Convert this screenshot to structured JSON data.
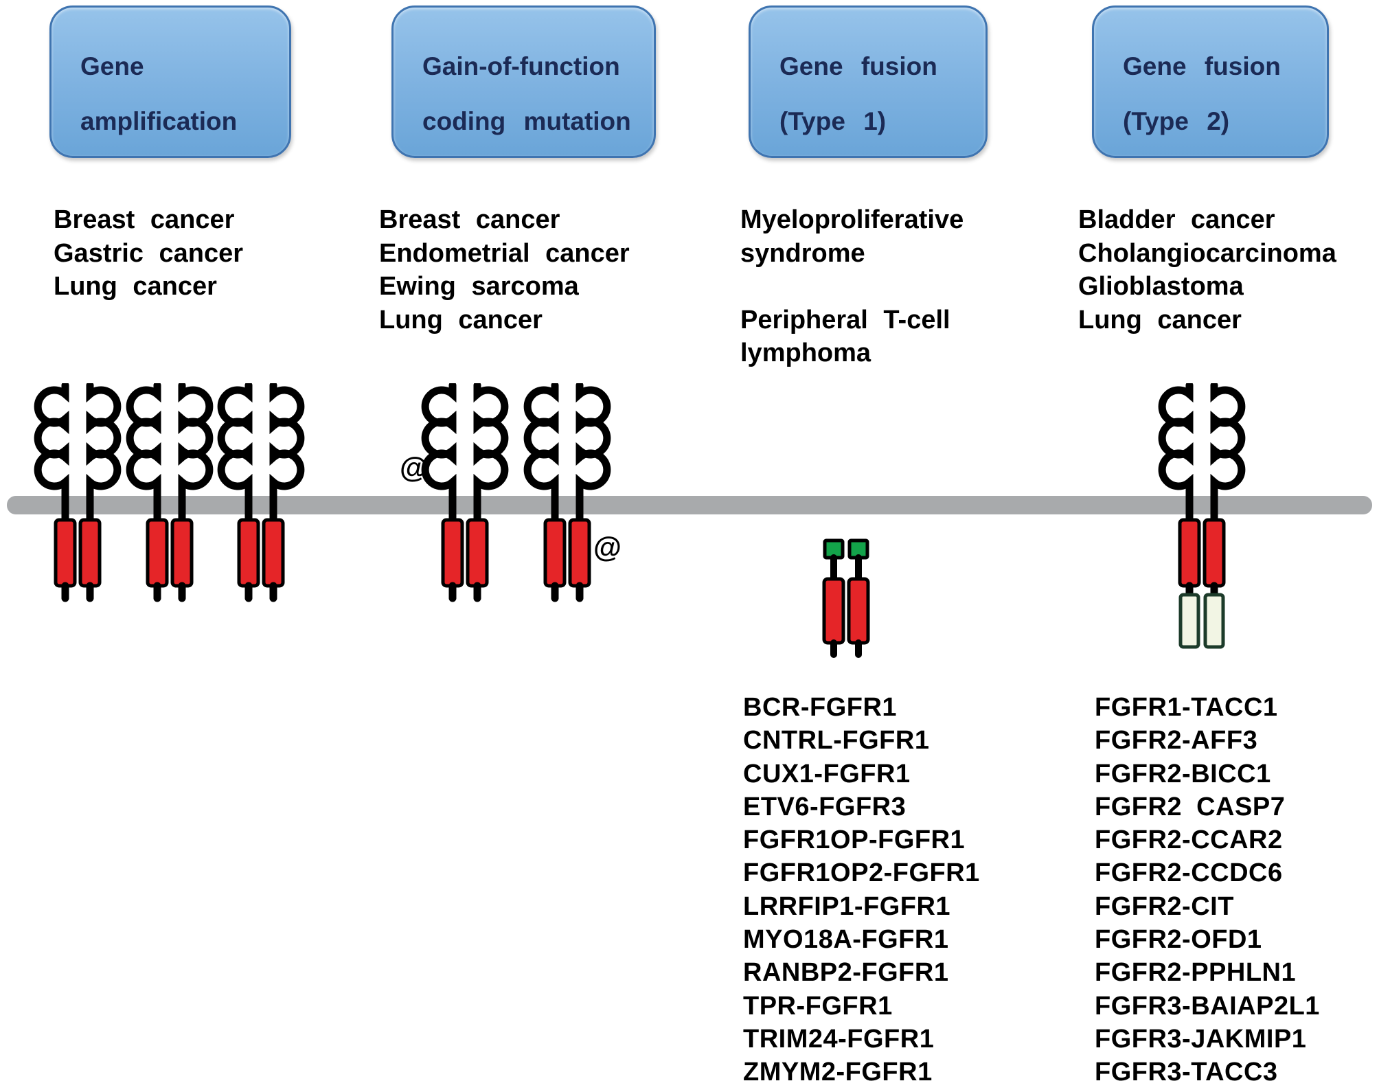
{
  "colors": {
    "box_fill_top": "#96c3ea",
    "box_fill_mid": "#7db1e0",
    "box_fill_bottom": "#6aa5d8",
    "box_border": "#3f74b0",
    "box_text": "#1b2a55",
    "membrane": "#a8aaac",
    "kinase_red": "#e52528",
    "partner_green": "#13a34a",
    "partner_cream": "#f2f5e4",
    "cream_border": "#1c3b2a",
    "outline": "#000000",
    "list_text": "#000000"
  },
  "columns": [
    {
      "key": "gene-amplification",
      "title": [
        "Gene",
        "amplification"
      ],
      "cancers": [
        "Breast cancer",
        "Gastric cancer",
        "Lung cancer"
      ],
      "receptor_dimers": 3
    },
    {
      "key": "gain-of-function-coding-mutation",
      "title": [
        "Gain-of-function",
        "coding mutation"
      ],
      "cancers": [
        "Breast cancer",
        "Endometrial cancer",
        "Ewing sarcoma",
        "Lung cancer"
      ],
      "receptor_dimers": 2,
      "mutation_marks": [
        "@",
        "@"
      ]
    },
    {
      "key": "gene-fusion-type-1",
      "title": [
        "Gene fusion",
        "(Type 1)"
      ],
      "cancers": [
        "Myeloproliferative",
        "syndrome",
        "",
        "Peripheral T-cell",
        "lymphoma"
      ],
      "fusion_genes": [
        "BCR-FGFR1",
        "CNTRL-FGFR1",
        "CUX1-FGFR1",
        "ETV6-FGFR3",
        "FGFR1OP-FGFR1",
        "FGFR1OP2-FGFR1",
        "LRRFIP1-FGFR1",
        "MYO18A-FGFR1",
        "RANBP2-FGFR1",
        "TPR-FGFR1",
        "TRIM24-FGFR1",
        "ZMYM2-FGFR1"
      ]
    },
    {
      "key": "gene-fusion-type-2",
      "title": [
        "Gene fusion",
        "(Type 2)"
      ],
      "cancers": [
        "Bladder cancer",
        "Cholangiocarcinoma",
        "Glioblastoma",
        "Lung cancer"
      ],
      "fusion_genes": [
        "FGFR1-TACC1",
        "FGFR2-AFF3",
        "FGFR2-BICC1",
        "FGFR2 CASP7",
        "FGFR2-CCAR2",
        "FGFR2-CCDC6",
        "FGFR2-CIT",
        "FGFR2-OFD1",
        "FGFR2-PPHLN1",
        "FGFR3-BAIAP2L1",
        "FGFR3-JAKMIP1",
        "FGFR3-TACC3"
      ]
    }
  ]
}
